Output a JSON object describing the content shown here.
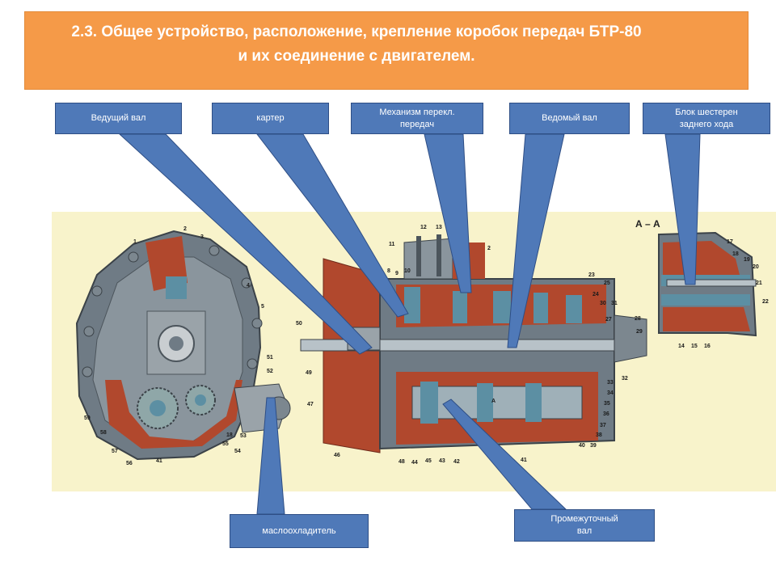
{
  "title": {
    "line1": "2.3. Общее устройство, расположение, крепление коробок передач БТР-80",
    "line2": "и их соединение с двигателем."
  },
  "labels": {
    "drive_shaft": "Ведущий вал",
    "housing": "картер",
    "shift_mechanism_1": "Механизм перекл.",
    "shift_mechanism_2": "передач",
    "driven_shaft": "Ведомый вал",
    "reverse_block_1": "Блок шестерен",
    "reverse_block_2": "заднего хода",
    "oil_cooler": "маслоохладитель",
    "intermediate_shaft_1": "Промежуточный",
    "intermediate_shaft_2": "вал"
  },
  "section_label": "А – А",
  "section_marker": "А",
  "colors": {
    "title_bg": "#f59a48",
    "label_bg": "#4f79b8",
    "photo_bg": "#f8f3cb",
    "casing_red": "#b1482d",
    "casing_gray": "#6f7b85",
    "steel_blue": "#5c8fa3"
  },
  "part_numbers": {
    "front_view": [
      "1",
      "2",
      "3",
      "4",
      "5",
      "51",
      "52",
      "53",
      "54",
      "55",
      "18",
      "41",
      "56",
      "57",
      "58",
      "59"
    ],
    "side_view": [
      "11",
      "12",
      "13",
      "10",
      "9",
      "8",
      "2",
      "23",
      "24",
      "25",
      "30",
      "31",
      "27",
      "28",
      "29",
      "50",
      "49",
      "47",
      "46",
      "48",
      "44",
      "45",
      "43",
      "42",
      "41",
      "32",
      "33",
      "34",
      "35",
      "36",
      "37",
      "38",
      "39",
      "40"
    ],
    "section_view": [
      "17",
      "18",
      "19",
      "20",
      "21",
      "22",
      "14",
      "15",
      "16"
    ]
  }
}
